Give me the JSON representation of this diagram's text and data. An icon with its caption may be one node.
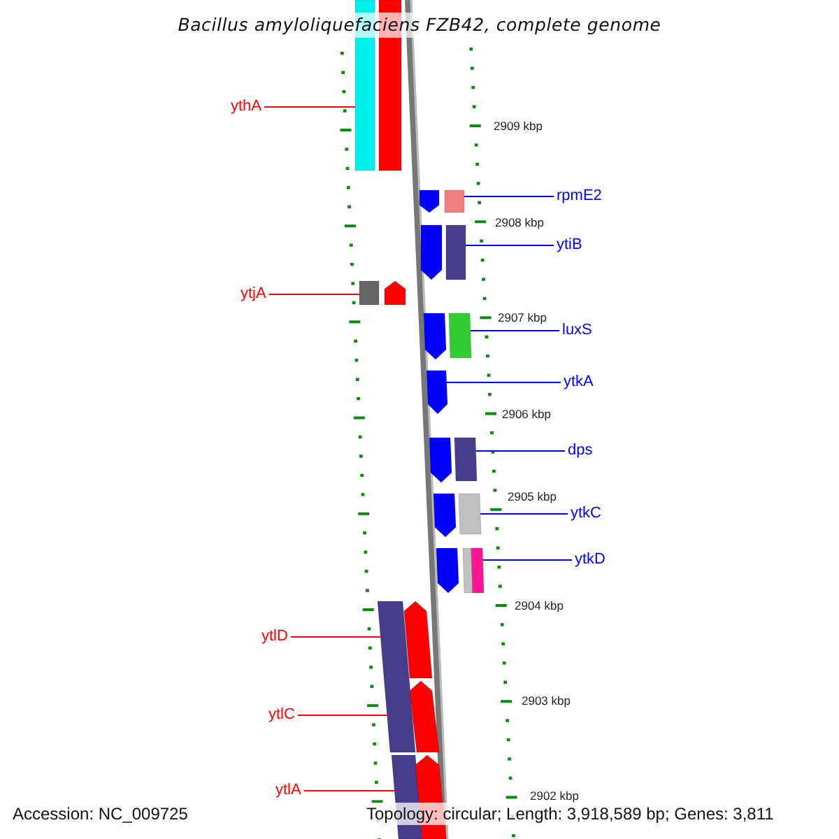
{
  "diagram": {
    "title": "Bacillus amyloliquefaciens FZB42, complete genome",
    "nodes": [
      {
        "text": [
          "ythA"
        ]
      },
      {
        "text": [
          "rpmE2"
        ]
      },
      {
        "text": [
          "ytiB"
        ]
      },
      {
        "text": [
          "ytjA"
        ]
      },
      {
        "text": [
          "luxS"
        ]
      },
      {
        "text": [
          "ytkA"
        ]
      },
      {
        "text": [
          "dps"
        ]
      },
      {
        "text": [
          "ytkC"
        ]
      },
      {
        "text": [
          "ytkD"
        ]
      },
      {
        "text": [
          "ytlD"
        ]
      },
      {
        "text": [
          "ytlC"
        ]
      },
      {
        "text": [
          "ytlA"
        ]
      },
      {
        "text": [],
        "shape": "bar"
      },
      {
        "text": [],
        "shape": "bar"
      },
      {
        "text": [],
        "shape": "arrow"
      },
      {
        "text": [],
        "shape": "bar"
      },
      {
        "text": [],
        "shape": "arrow"
      },
      {
        "text": [],
        "shape": "bar"
      },
      {
        "text": [],
        "shape": "bar"
      },
      {
        "text": [],
        "shape": "arrow"
      },
      {
        "text": [],
        "shape": "arrow"
      },
      {
        "text": [],
        "shape": "bar"
      },
      {
        "text": [],
        "shape": "arrow"
      },
      {
        "text": [],
        "shape": "arrow"
      },
      {
        "text": [],
        "shape": "bar"
      },
      {
        "text": [],
        "shape": "arrow"
      },
      {
        "text": [],
        "shape": "bar"
      },
      {
        "text": [],
        "shape": "arrow"
      },
      {
        "text": [],
        "shape": "bar"
      },
      {
        "text": [],
        "shape": "bar"
      },
      {
        "text": [],
        "shape": "bar"
      },
      {
        "text": [],
        "shape": "arrow"
      },
      {
        "text": [],
        "shape": "arrow"
      },
      {
        "text": [],
        "shape": "bar"
      },
      {
        "text": [],
        "shape": "arrow"
      }
    ],
    "edges": [
      {
        "from": 0,
        "to": 12,
        "arrow": "none",
        "color": "#ff0000"
      },
      {
        "from": 1,
        "to": 15,
        "arrow": "none",
        "color": "#0000ff"
      },
      {
        "from": 2,
        "to": 17,
        "arrow": "none",
        "color": "#0000ff"
      },
      {
        "from": 3,
        "to": 18,
        "arrow": "none",
        "color": "#ff0000"
      },
      {
        "from": 4,
        "to": 21,
        "arrow": "none",
        "color": "#0000ff"
      },
      {
        "from": 5,
        "to": 22,
        "arrow": "none",
        "color": "#0000ff"
      },
      {
        "from": 6,
        "to": 24,
        "arrow": "none",
        "color": "#0000ff"
      },
      {
        "from": 7,
        "to": 26,
        "arrow": "none",
        "color": "#0000ff"
      },
      {
        "from": 8,
        "to": 29,
        "arrow": "none",
        "color": "#0000ff"
      },
      {
        "from": 9,
        "to": 30,
        "arrow": "none",
        "color": "#ff0000"
      },
      {
        "from": 10,
        "to": 30,
        "arrow": "none",
        "color": "#ff0000"
      },
      {
        "from": 11,
        "to": 33,
        "arrow": "none",
        "color": "#ff0000"
      }
    ],
    "labels": [
      "2909 kbp",
      "2908 kbp",
      "2907 kbp",
      "2906 kbp",
      "2905 kbp",
      "2904 kbp",
      "2903 kbp",
      "2902 kbp",
      "Accession: NC_009725",
      "Topology: circular; Length: 3,918,589 bp; Genes: 3,811"
    ]
  }
}
